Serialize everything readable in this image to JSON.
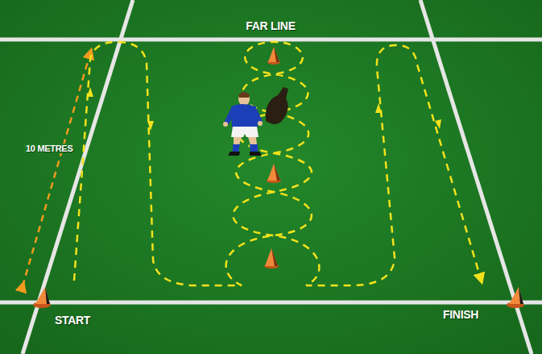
{
  "diagram": {
    "labels": [
      "FAR LINE",
      "10 METRES",
      "START",
      "FINISH"
    ]
  }
}
